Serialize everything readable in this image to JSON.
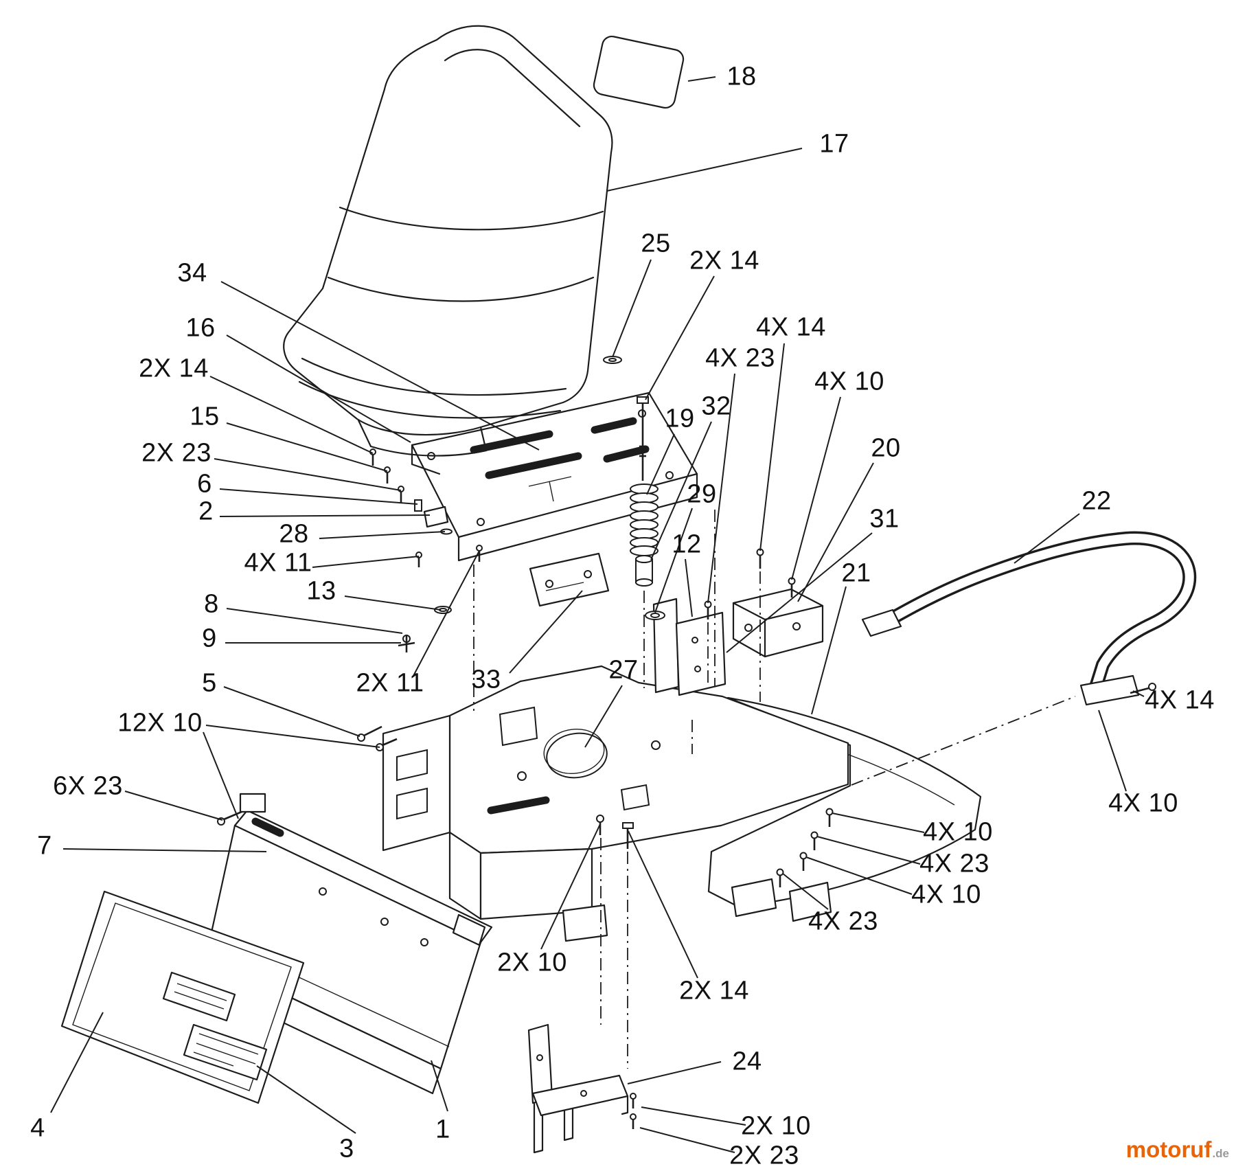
{
  "page": {
    "background_color": "#ffffff",
    "line_color": "#1c1c1c",
    "label_color": "#111111"
  },
  "watermark": {
    "brand": "motoruf",
    "tld": ".de",
    "brand_color": "#e8640a",
    "tld_color": "#999999"
  },
  "diagram": {
    "type": "exploded-parts-diagram",
    "parts_drawn": [
      "seat",
      "pad",
      "seat-mount-plate",
      "spring",
      "bushing",
      "main-frame",
      "deck-shell",
      "pivot-bracket",
      "mount-plates",
      "roll-bar",
      "heat-shield-panel",
      "decal-panel",
      "support-bracket",
      "fasteners"
    ],
    "callouts": [
      {
        "id": "c18",
        "text": "18"
      },
      {
        "id": "c17",
        "text": "17"
      },
      {
        "id": "c25",
        "text": "25"
      },
      {
        "id": "c2x14-top",
        "text": "2X 14"
      },
      {
        "id": "c34",
        "text": "34"
      },
      {
        "id": "c16",
        "text": "16"
      },
      {
        "id": "c2x14-left",
        "text": "2X 14"
      },
      {
        "id": "c15",
        "text": "15"
      },
      {
        "id": "c2x23-left",
        "text": "2X 23"
      },
      {
        "id": "c6",
        "text": "6"
      },
      {
        "id": "c2",
        "text": "2"
      },
      {
        "id": "c28",
        "text": "28"
      },
      {
        "id": "c4x11",
        "text": "4X 11"
      },
      {
        "id": "c13",
        "text": "13"
      },
      {
        "id": "c8",
        "text": "8"
      },
      {
        "id": "c9",
        "text": "9"
      },
      {
        "id": "c5",
        "text": "5"
      },
      {
        "id": "c12x10",
        "text": "12X 10"
      },
      {
        "id": "c6x23",
        "text": "6X 23"
      },
      {
        "id": "c7",
        "text": "7"
      },
      {
        "id": "c4",
        "text": "4"
      },
      {
        "id": "c3",
        "text": "3"
      },
      {
        "id": "c1",
        "text": "1"
      },
      {
        "id": "c19",
        "text": "19"
      },
      {
        "id": "c32",
        "text": "32"
      },
      {
        "id": "c29",
        "text": "29"
      },
      {
        "id": "c12",
        "text": "12"
      },
      {
        "id": "c4x23-top",
        "text": "4X 23"
      },
      {
        "id": "c4x14-top",
        "text": "4X 14"
      },
      {
        "id": "c4x10-top",
        "text": "4X 10"
      },
      {
        "id": "c20",
        "text": "20"
      },
      {
        "id": "c31",
        "text": "31"
      },
      {
        "id": "c21",
        "text": "21"
      },
      {
        "id": "c22",
        "text": "22"
      },
      {
        "id": "c33",
        "text": "33"
      },
      {
        "id": "c2x11",
        "text": "2X 11"
      },
      {
        "id": "c27",
        "text": "27"
      },
      {
        "id": "c4x14-right",
        "text": "4X 14"
      },
      {
        "id": "c4x10-right",
        "text": "4X 10"
      },
      {
        "id": "c4x10-mid1",
        "text": "4X 10"
      },
      {
        "id": "c4x23-mid1",
        "text": "4X 23"
      },
      {
        "id": "c4x10-mid2",
        "text": "4X 10"
      },
      {
        "id": "c4x23-mid2",
        "text": "4X 23"
      },
      {
        "id": "c2x10-left",
        "text": "2X 10"
      },
      {
        "id": "c2x14-bottom",
        "text": "2X 14"
      },
      {
        "id": "c24",
        "text": "24"
      },
      {
        "id": "c2x10-bottom",
        "text": "2X 10"
      },
      {
        "id": "c2x23-bottom",
        "text": "2X 23"
      }
    ]
  }
}
